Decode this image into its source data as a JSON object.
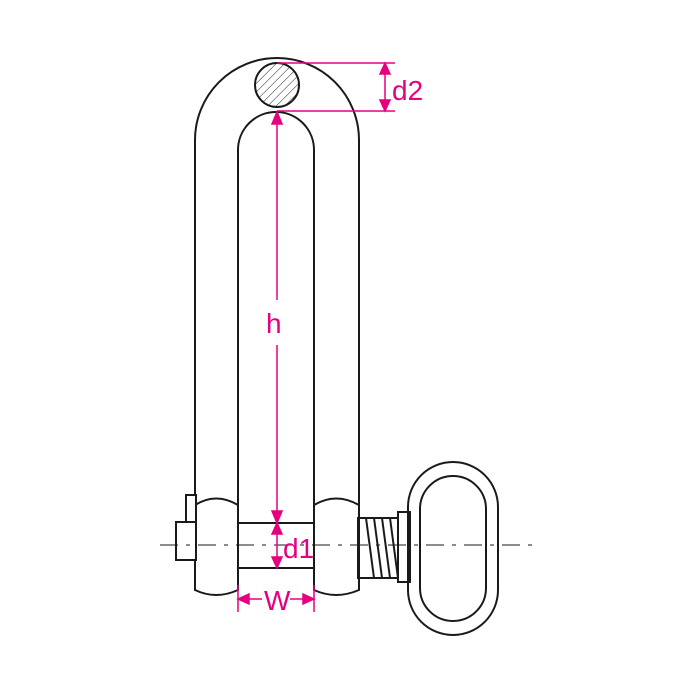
{
  "diagram": {
    "subject": "long D shackle with toggle pin",
    "dimension_color": "#e6007e",
    "line_color": "#1a1a1a",
    "labels": {
      "d2": "d2",
      "h": "h",
      "d1": "d1",
      "w": "W"
    }
  }
}
